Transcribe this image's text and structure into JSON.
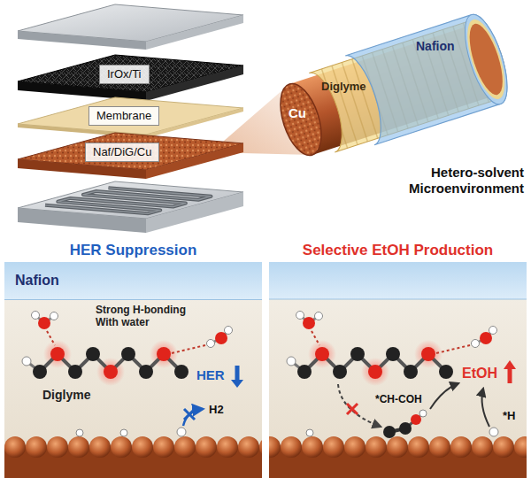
{
  "diagram": {
    "nodes": [
      {
        "text": [
          "IrOx/Ti"
        ]
      },
      {
        "text": [
          "Membrane"
        ]
      },
      {
        "text": [
          "Naf/DiG/Cu"
        ]
      },
      {
        "text": [
          "HER Suppression"
        ]
      },
      {
        "text": [
          "Nafion"
        ],
        "in": 3
      },
      {
        "text": [
          "Selective EtOH Production"
        ]
      }
    ],
    "labels": [
      "Nafion",
      "Diglyme",
      "Cu",
      "Hetero-solvent Microenvironment",
      "Strong H-bonding With water",
      "Diglyme",
      "HER",
      "H2",
      "*CH-COH",
      "EtOH",
      "*H"
    ]
  }
}
